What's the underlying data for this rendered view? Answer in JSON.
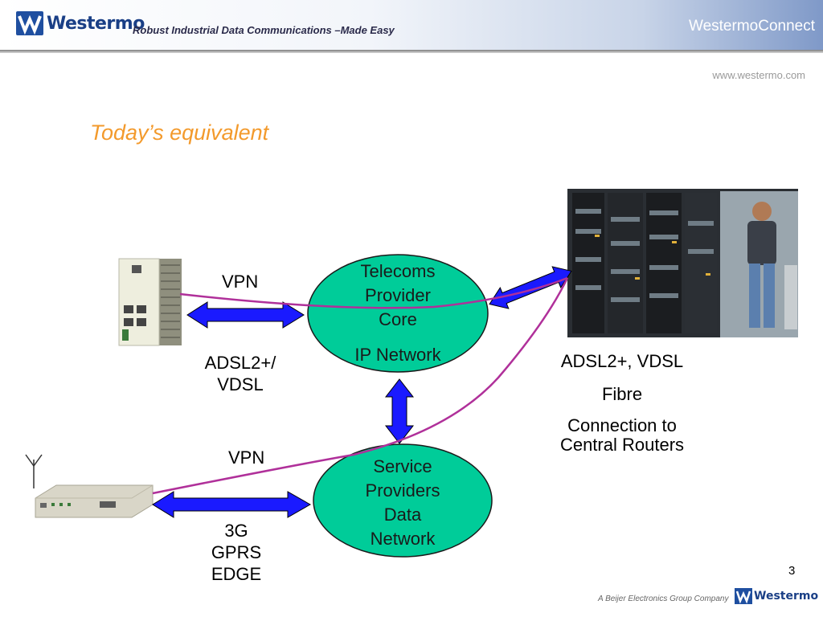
{
  "header": {
    "logo_text": "Westermo",
    "tagline": "Robust Industrial Data Communications –Made Easy",
    "brand_right": "WestermoConnect",
    "url": "www.westermo.com"
  },
  "slide": {
    "title": "Today’s equivalent",
    "page_number": "3"
  },
  "diagram": {
    "vpn_top": "VPN",
    "vpn_bottom": "VPN",
    "adsl_left_line1": "ADSL2+/",
    "adsl_left_line2": "VDSL",
    "mobile_line1": "3G",
    "mobile_line2": "GPRS",
    "mobile_line3": "EDGE",
    "core_line1": "Telecoms",
    "core_line2": "Provider",
    "core_line3": "Core",
    "core_line4": "IP Network",
    "service_line1": "Service",
    "service_line2": "Providers",
    "service_line3": "Data",
    "service_line4": "Network",
    "right_line1": "ADSL2+, VDSL",
    "right_line2": "Fibre",
    "right_line3": "Connection to",
    "right_line4": "Central Routers",
    "colors": {
      "ellipse_fill": "#00cc99",
      "arrow_fill": "#1a1aff",
      "vpn_line": "#b0309a",
      "title": "#f39a2c"
    }
  },
  "footer": {
    "group_text": "A Beijer Electronics Group Company",
    "logo_text": "Westermo"
  }
}
